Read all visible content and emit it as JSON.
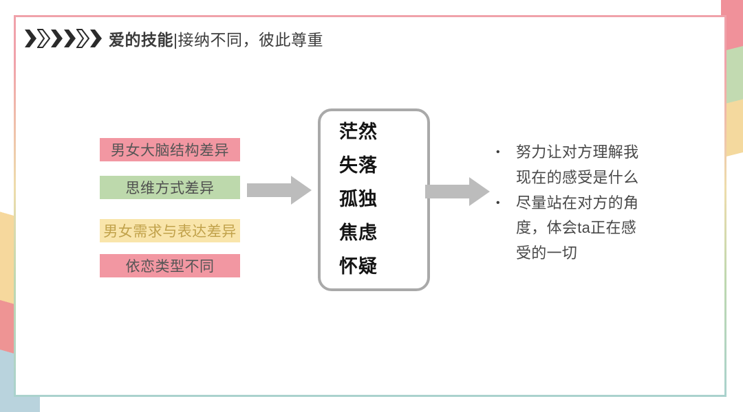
{
  "header": {
    "title_strong": "爱的技能",
    "title_rest": "|接纳不同，彼此尊重",
    "chevron_pattern": [
      "filled",
      "outline",
      "filled",
      "filled",
      "outline",
      "filled"
    ]
  },
  "left_labels": [
    {
      "text": "男女大脑结构差异",
      "bg": "#f297a2",
      "color": "#555555"
    },
    {
      "text": "思维方式差异",
      "bg": "#bdd9ac",
      "color": "#4f4f4f"
    },
    {
      "text": "男女需求与表达差异",
      "bg": "#f9e5ab",
      "color": "#c1a24b"
    },
    {
      "text": "依恋类型不同",
      "bg": "#f297a2",
      "color": "#555555"
    }
  ],
  "center_box": {
    "items": [
      "茫然",
      "失落",
      "孤独",
      "焦虑",
      "怀疑"
    ],
    "border_color": "#a9a9a9",
    "text_color": "#141414"
  },
  "right_panel": {
    "bullets": [
      {
        "marker": "•",
        "text": "努力让对方理解我现在的感受是什么"
      },
      {
        "marker": "•",
        "text": "尽量站在对方的角度，体会ta正在感受的一切"
      }
    ]
  },
  "colors": {
    "arrow_gray": "#bcbcbc",
    "frame_top": "#f0a2aa",
    "frame_bottom": "#aad2cd",
    "stripes_top_right": [
      "#f0919a",
      "#c2dab1",
      "#f4d99e"
    ],
    "stripes_bottom_left": [
      "#f6d89d",
      "#ee9494",
      "#b9d3dd"
    ]
  }
}
